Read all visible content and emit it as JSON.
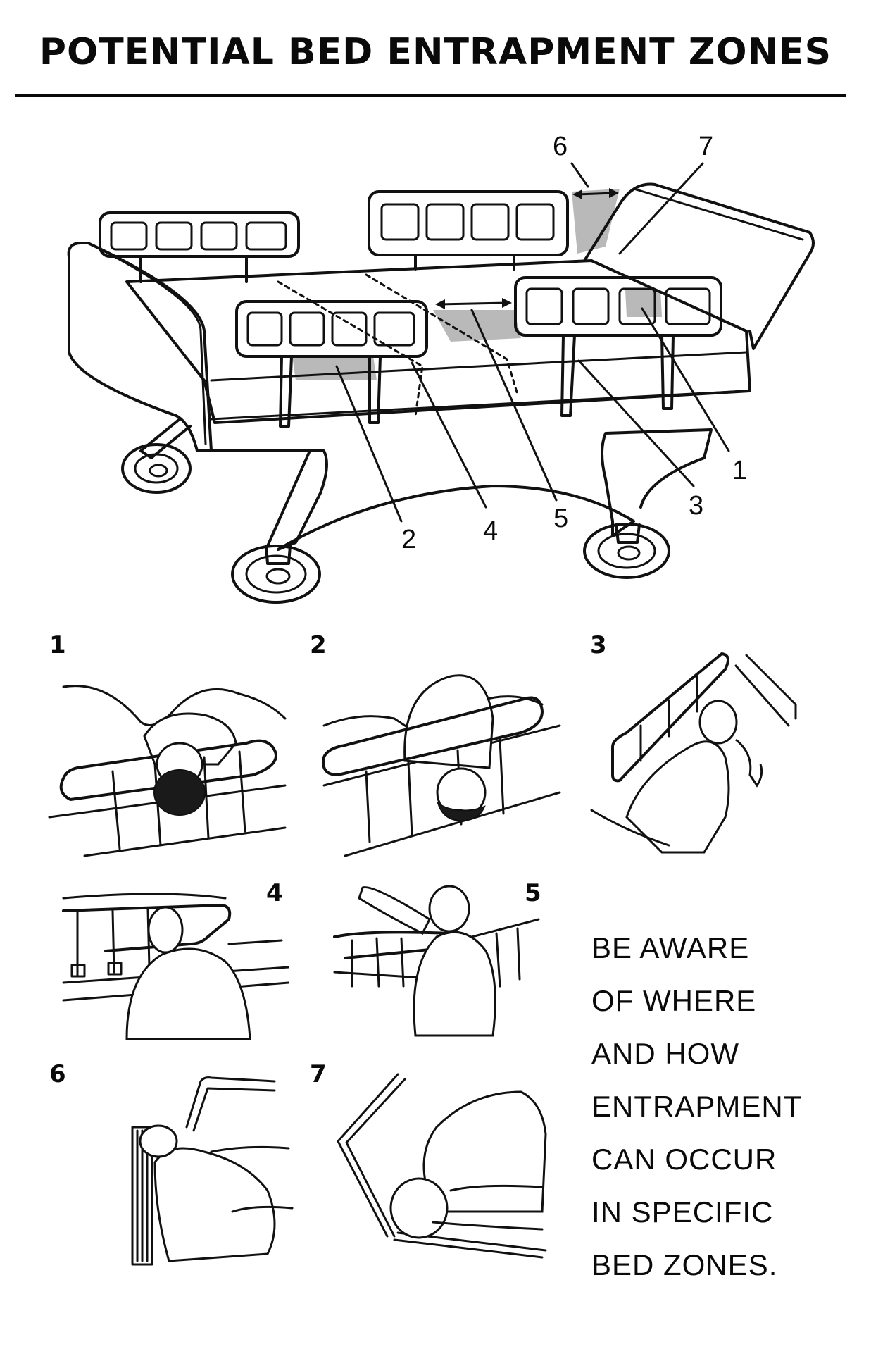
{
  "title": "POTENTIAL BED ENTRAPMENT ZONES",
  "bed_diagram": {
    "zone_numbers": [
      "1",
      "2",
      "3",
      "4",
      "5",
      "6",
      "7"
    ]
  },
  "panels": [
    {
      "label": "1",
      "icon": "head-through-rail-illustration"
    },
    {
      "label": "2",
      "icon": "neck-under-rail-illustration"
    },
    {
      "label": "3",
      "icon": "between-rail-and-mattress-illustration"
    },
    {
      "label": "4",
      "icon": "rail-end-gap-illustration"
    },
    {
      "label": "5",
      "icon": "between-split-rails-illustration"
    },
    {
      "label": "6",
      "icon": "headboard-gap-illustration"
    },
    {
      "label": "7",
      "icon": "mattress-headboard-gap-illustration"
    }
  ],
  "note_lines": [
    "BE AWARE",
    "OF WHERE",
    "AND HOW",
    "ENTRAPMENT",
    "CAN OCCUR",
    "IN SPECIFIC",
    "BED ZONES."
  ]
}
